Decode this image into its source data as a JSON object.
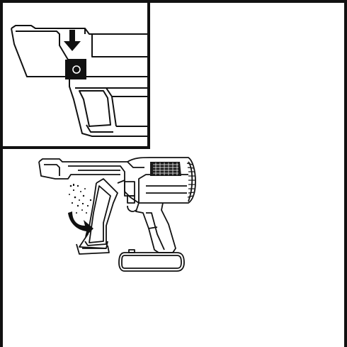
{
  "figure": {
    "type": "instruction-illustration",
    "panels": [
      {
        "id": "inset",
        "depicts": "press-release-button",
        "icons": [
          "down-arrow-icon",
          "release-button-icon"
        ]
      },
      {
        "id": "main",
        "depicts": "empty-dust-bin",
        "icons": [
          "curved-arrow-icon",
          "debris-particles-icon"
        ]
      }
    ],
    "colors": {
      "ink": "#111111",
      "paper": "#ffffff",
      "vent": "#1a1a1a"
    }
  }
}
